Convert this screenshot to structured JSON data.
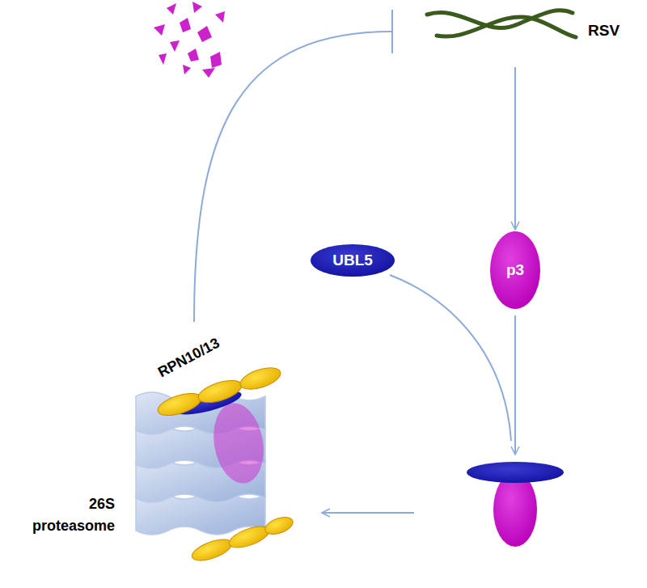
{
  "diagram": {
    "nodes": [
      {
        "text": [
          "RSV"
        ]
      },
      {
        "text": [
          "UBL5"
        ]
      },
      {
        "text": [
          "p3"
        ]
      },
      {
        "text": [
          "RPN10/13",
          "26S proteasome"
        ]
      }
    ],
    "edges": [
      {
        "from": 0,
        "to": 2,
        "arrow": "to"
      },
      {
        "from": 3,
        "to": 0,
        "arrow": "to"
      }
    ]
  }
}
